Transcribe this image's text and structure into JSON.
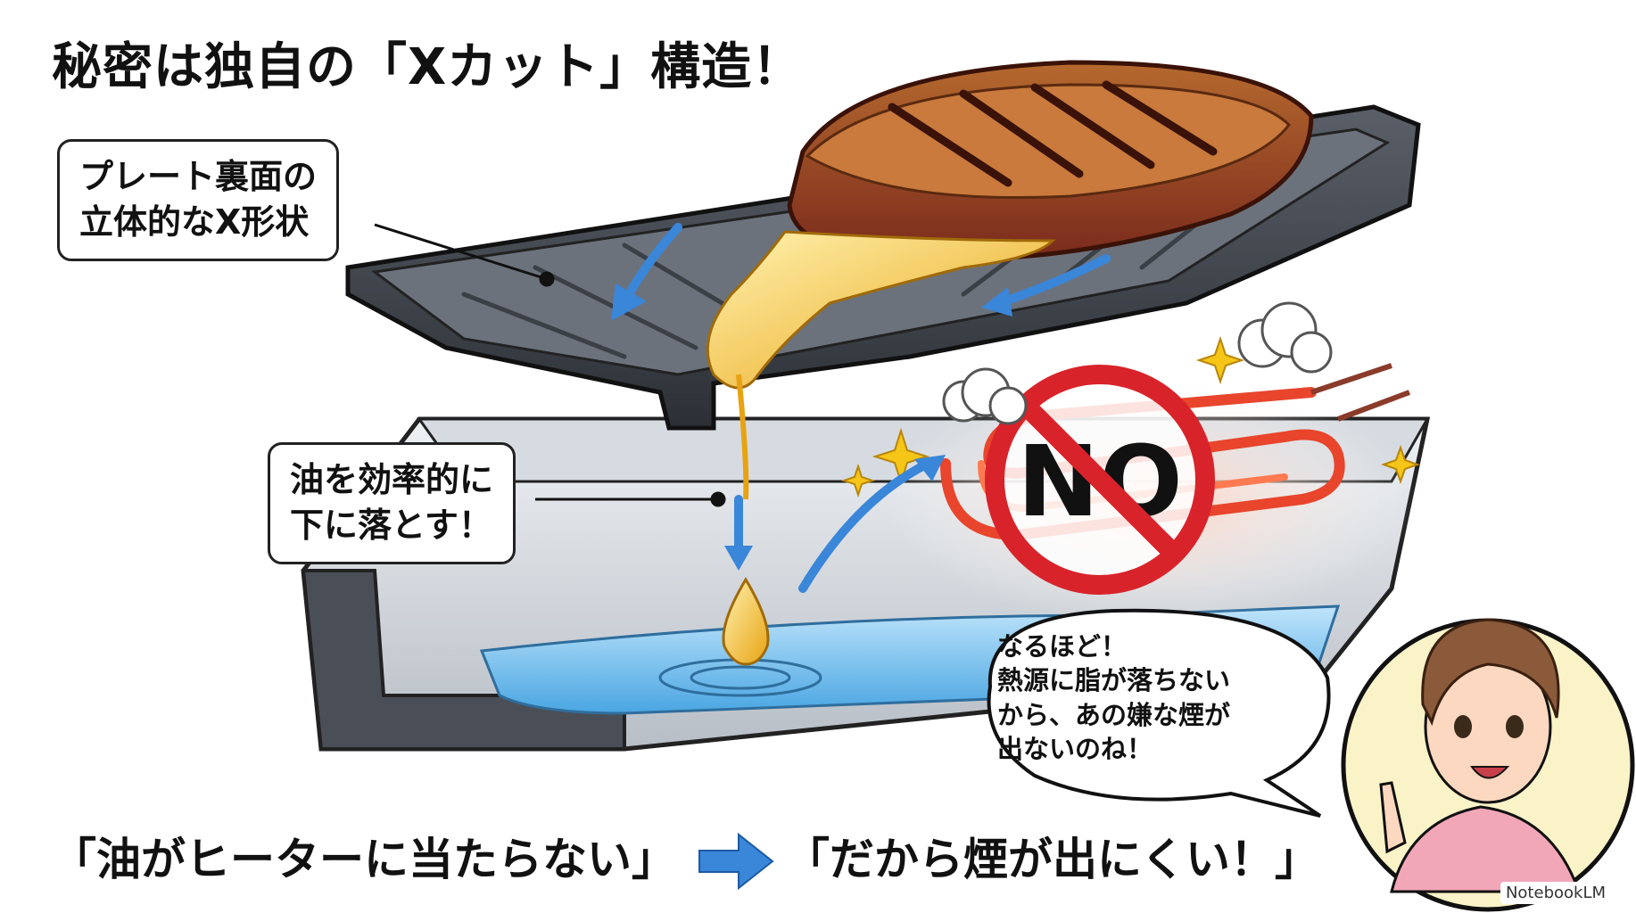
{
  "title": "秘密は独自の「Xカット」構造！",
  "callouts": {
    "plate": [
      "プレート裏面の",
      "立体的なX形状"
    ],
    "oil": [
      "油を効率的に",
      "下に落とす！"
    ]
  },
  "no_sign": "NO",
  "speech": [
    "なるほど！",
    "熱源に脂が落ちない",
    "から、あの嫌な煙が",
    "出ないのね！"
  ],
  "bottom": {
    "left": "「油がヒーターに当たらない」",
    "right": "「だから煙が出にくい！」"
  },
  "watermark": "NotebookLM",
  "colors": {
    "plate": "#3d4148",
    "oil": "#f2b21c",
    "water": "#5fb4e8",
    "heater": "#e8452c",
    "arrow": "#3a86d9",
    "no_sign": "#d9232a"
  },
  "icons": [
    "steak-illustration",
    "grill-plate",
    "oil-drip",
    "water-tray",
    "heater-coil",
    "no-sign-icon",
    "smoke-puff-icon",
    "sparkle-icon",
    "woman-avatar",
    "arrow-right-icon"
  ]
}
